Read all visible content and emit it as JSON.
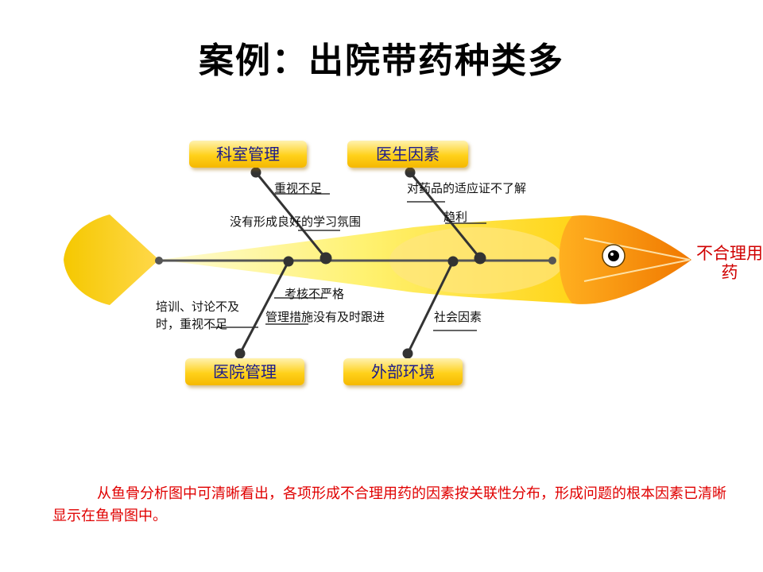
{
  "title": "案例：出院带药种类多",
  "effect": "不合理用药",
  "categories": {
    "top_left": "科室管理",
    "top_right": "医生因素",
    "bottom_left": "医院管理",
    "bottom_right": "外部环境"
  },
  "causes": {
    "c1": "重视不足",
    "c2": "没有形成良好的学习氛围",
    "c3": "对药品的适应证不了解",
    "c4": "趋利",
    "c5": "考核不严格",
    "c6": "培训、讨论不及",
    "c6b": "时，重视不足",
    "c7": "管理措施没有及时跟进",
    "c8": "社会因素"
  },
  "conclusion": "从鱼骨分析图中可清晰看出，各项形成不合理用药的因素按关联性分布，形成问题的根本因素已清晰显示在鱼骨图中。"
}
